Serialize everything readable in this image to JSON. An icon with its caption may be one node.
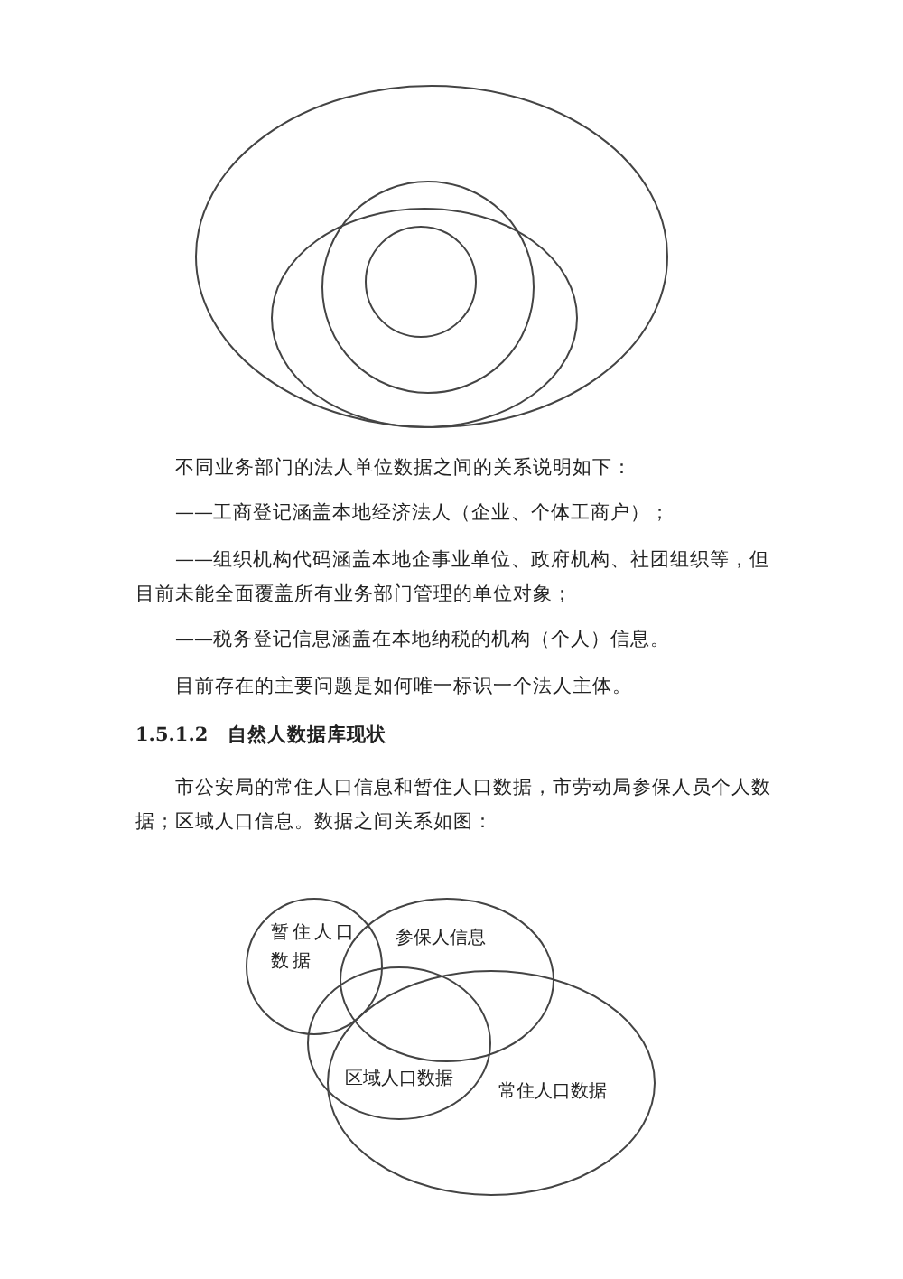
{
  "diagram": {
    "nodes": [
      {
        "text": [],
        "shape": "ellipse"
      },
      {
        "text": [],
        "shape": "ellipse",
        "in": 0
      },
      {
        "text": [],
        "shape": "circle",
        "in": 0
      },
      {
        "text": [],
        "shape": "circle",
        "in": 2
      },
      {
        "text": [
          "暂住人口数据"
        ]
      },
      {
        "text": [
          "参保人信息"
        ]
      },
      {
        "text": [
          "区域人口数据"
        ]
      },
      {
        "text": [
          "常住人口数据"
        ]
      }
    ],
    "edges": [],
    "labels": [
      "不同业务部门的法人单位数据之间的关系说明如下：",
      "——工商登记涵盖本地经济法人（企业、个体工商户）；",
      "——组织机构代码涵盖本地企事业单位、政府机构、社团组织等，但目前未能全面覆盖所有业务部门管理的单位对象；",
      "——税务登记信息涵盖在本地纳税的机构（个人）信息。",
      "目前存在的主要问题是如何唯一标识一个法人主体。",
      "1.5.1.2　自然人数据库现状",
      "市公安局的常住人口信息和暂住人口数据，市劳动局参保人员个人数据；区域人口信息。数据之间关系如图："
    ]
  }
}
